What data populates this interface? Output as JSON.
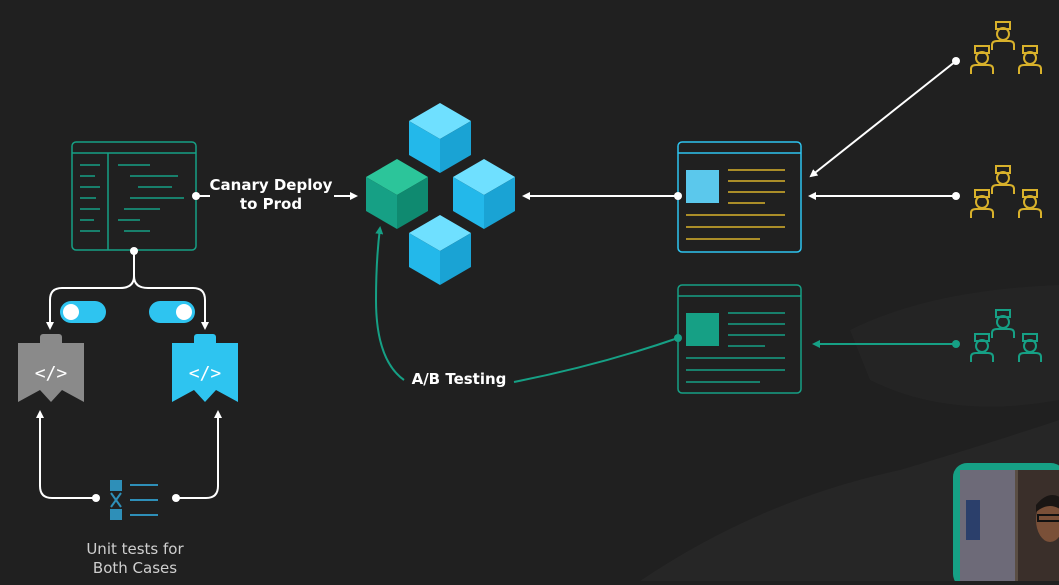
{
  "labels": {
    "canary_deploy": "Canary Deploy\nto Prod",
    "ab_testing": "A/B Testing",
    "unit_tests": "Unit tests for\nBoth Cases"
  },
  "colors": {
    "background": "#202020",
    "teal": "#16a085",
    "sky_blue": "#2ec4f0",
    "gold": "#d8b12b",
    "grey": "#8a8a8a",
    "white": "#ffffff"
  },
  "icons": [
    "code-editor-icon",
    "toggle-off-icon",
    "toggle-on-icon",
    "code-badge-grey-icon",
    "code-badge-blue-icon",
    "test-matrix-icon",
    "container-cluster-icon",
    "web-page-icon",
    "user-group-icon"
  ]
}
